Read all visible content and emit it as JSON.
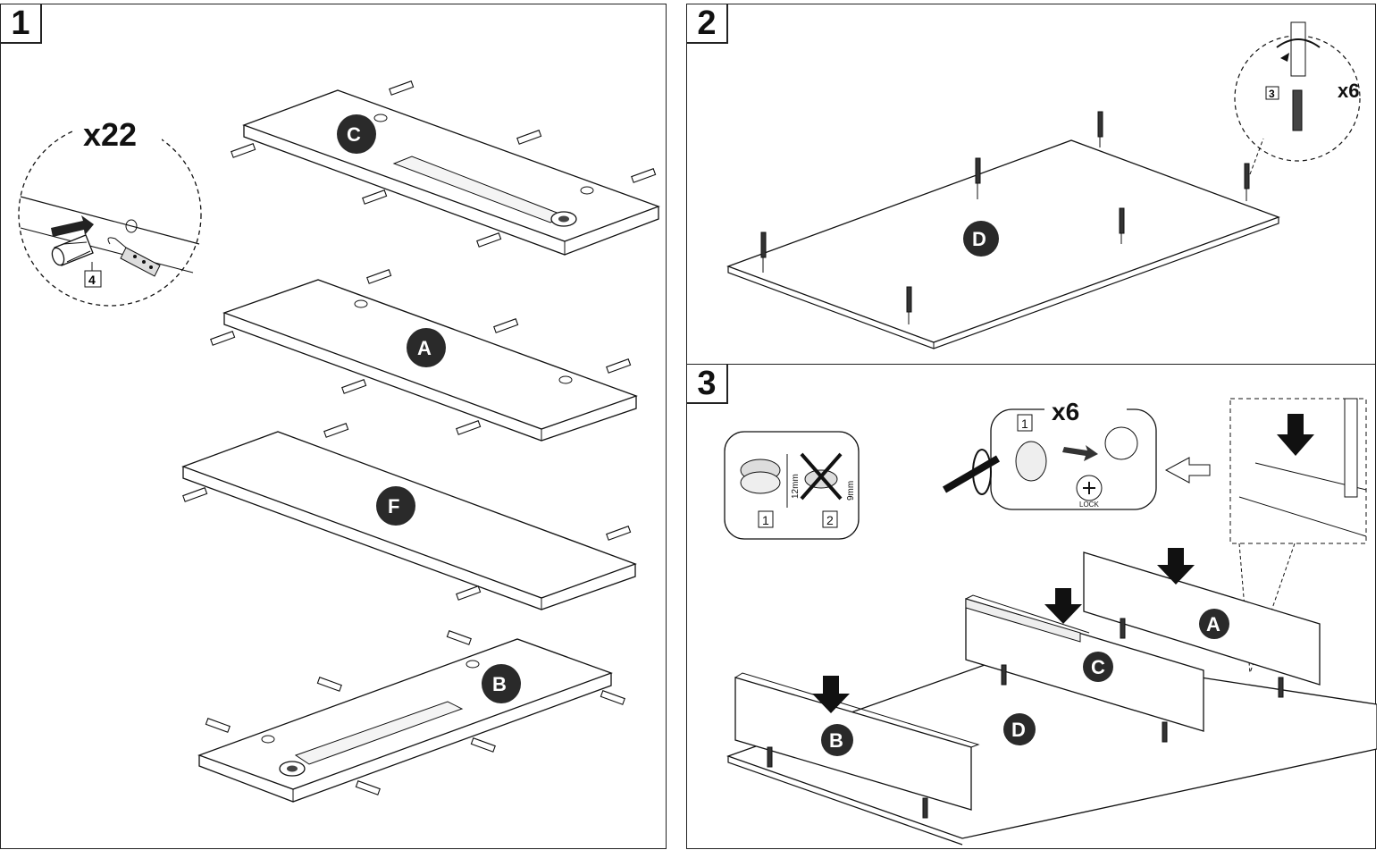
{
  "steps": [
    {
      "number": "1",
      "quantity": "x22",
      "part_number": "4",
      "panel_labels": [
        "C",
        "A",
        "F",
        "B"
      ]
    },
    {
      "number": "2",
      "quantity": "x6",
      "part_number": "3",
      "panel_labels": [
        "D"
      ]
    },
    {
      "number": "3",
      "quantity": "x6",
      "part_number": "1",
      "panel_labels": [
        "A",
        "C",
        "B",
        "D"
      ],
      "cam_check": {
        "ok_label": "1",
        "bad_label": "2",
        "ok_size": "12mm",
        "bad_size": "9mm"
      },
      "lock_text": "LOCK"
    }
  ],
  "colors": {
    "line": "#111111",
    "label_fill": "#2a2a2a",
    "dowel": "#555555"
  }
}
